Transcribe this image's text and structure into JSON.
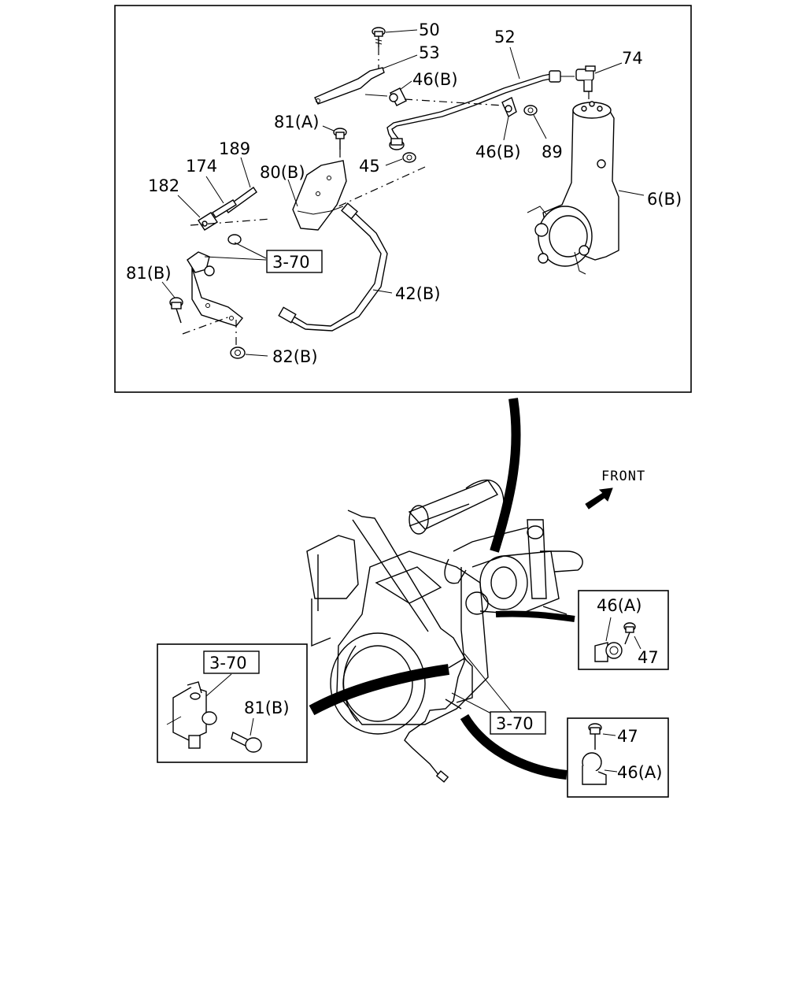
{
  "callouts": {
    "p50": "50",
    "p53": "53",
    "p52": "52",
    "p74": "74",
    "p46b_top": "46(B)",
    "p81a": "81(A)",
    "p189": "189",
    "p174": "174",
    "p182": "182",
    "p80b": "80(B)",
    "p45": "45",
    "p46b_mid": "46(B)",
    "p89": "89",
    "p6b": "6(B)",
    "p81b_top": "81(B)",
    "p42b": "42(B)",
    "p82b": "82(B)",
    "ref_top": "3-70",
    "front": "FRONT",
    "ref_left": "3-70",
    "p81b_left": "81(B)",
    "ref_mid": "3-70",
    "p46a_right1": "46(A)",
    "p47_right1": "47",
    "p47_right2": "47",
    "p46a_right2": "46(A)"
  }
}
